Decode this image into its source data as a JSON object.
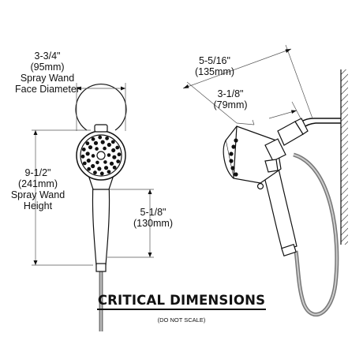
{
  "title": "CRITICAL DIMENSIONS",
  "note": "(DO NOT SCALE)",
  "dimensions": {
    "face_diameter": [
      "3-3/4\"",
      "(95mm)",
      "Spray Wand",
      "Face Diameter"
    ],
    "wand_height": [
      "9-1/2\"",
      "(241mm)",
      "Spray Wand",
      "Height"
    ],
    "handle_length": [
      "5-1/8\"",
      "(130mm)"
    ],
    "overall_reach": [
      "5-5/16\"",
      "(135mm)"
    ],
    "mount_reach": [
      "3-1/8\"",
      "(79mm)"
    ]
  },
  "colors": {
    "line": "#111111",
    "fill": "#ffffff",
    "hose": "#888888"
  }
}
